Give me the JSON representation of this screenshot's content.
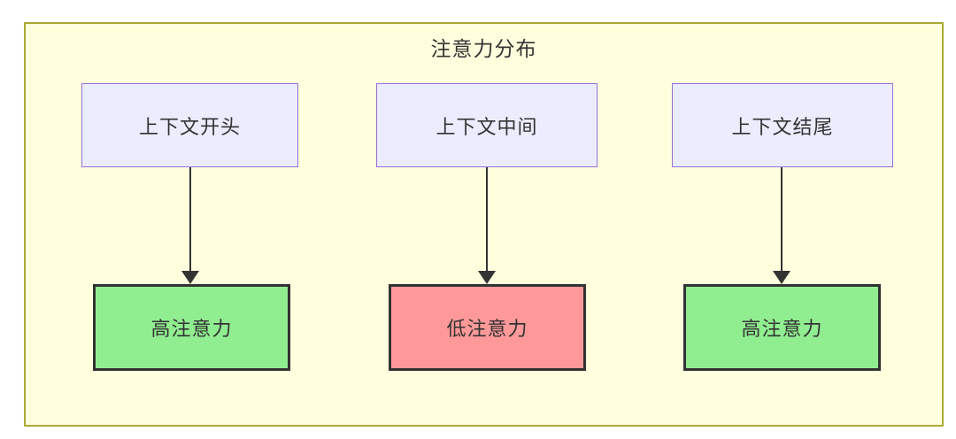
{
  "diagram": {
    "title": "注意力分布",
    "columns": [
      {
        "source": "上下文开头",
        "result": "高注意力",
        "attention_level": "high"
      },
      {
        "source": "上下文中间",
        "result": "低注意力",
        "attention_level": "low"
      },
      {
        "source": "上下文结尾",
        "result": "高注意力",
        "attention_level": "high"
      }
    ],
    "colors": {
      "page_background": "#ffffff",
      "container_fill": "#ffffde",
      "container_border": "#aaaa33",
      "source_fill": "#ececff",
      "source_border": "#9370db",
      "high_attention_fill": "#90ee90",
      "low_attention_fill": "#ff9999",
      "result_border": "#333333",
      "arrow": "#333333",
      "text": "#333333"
    }
  }
}
